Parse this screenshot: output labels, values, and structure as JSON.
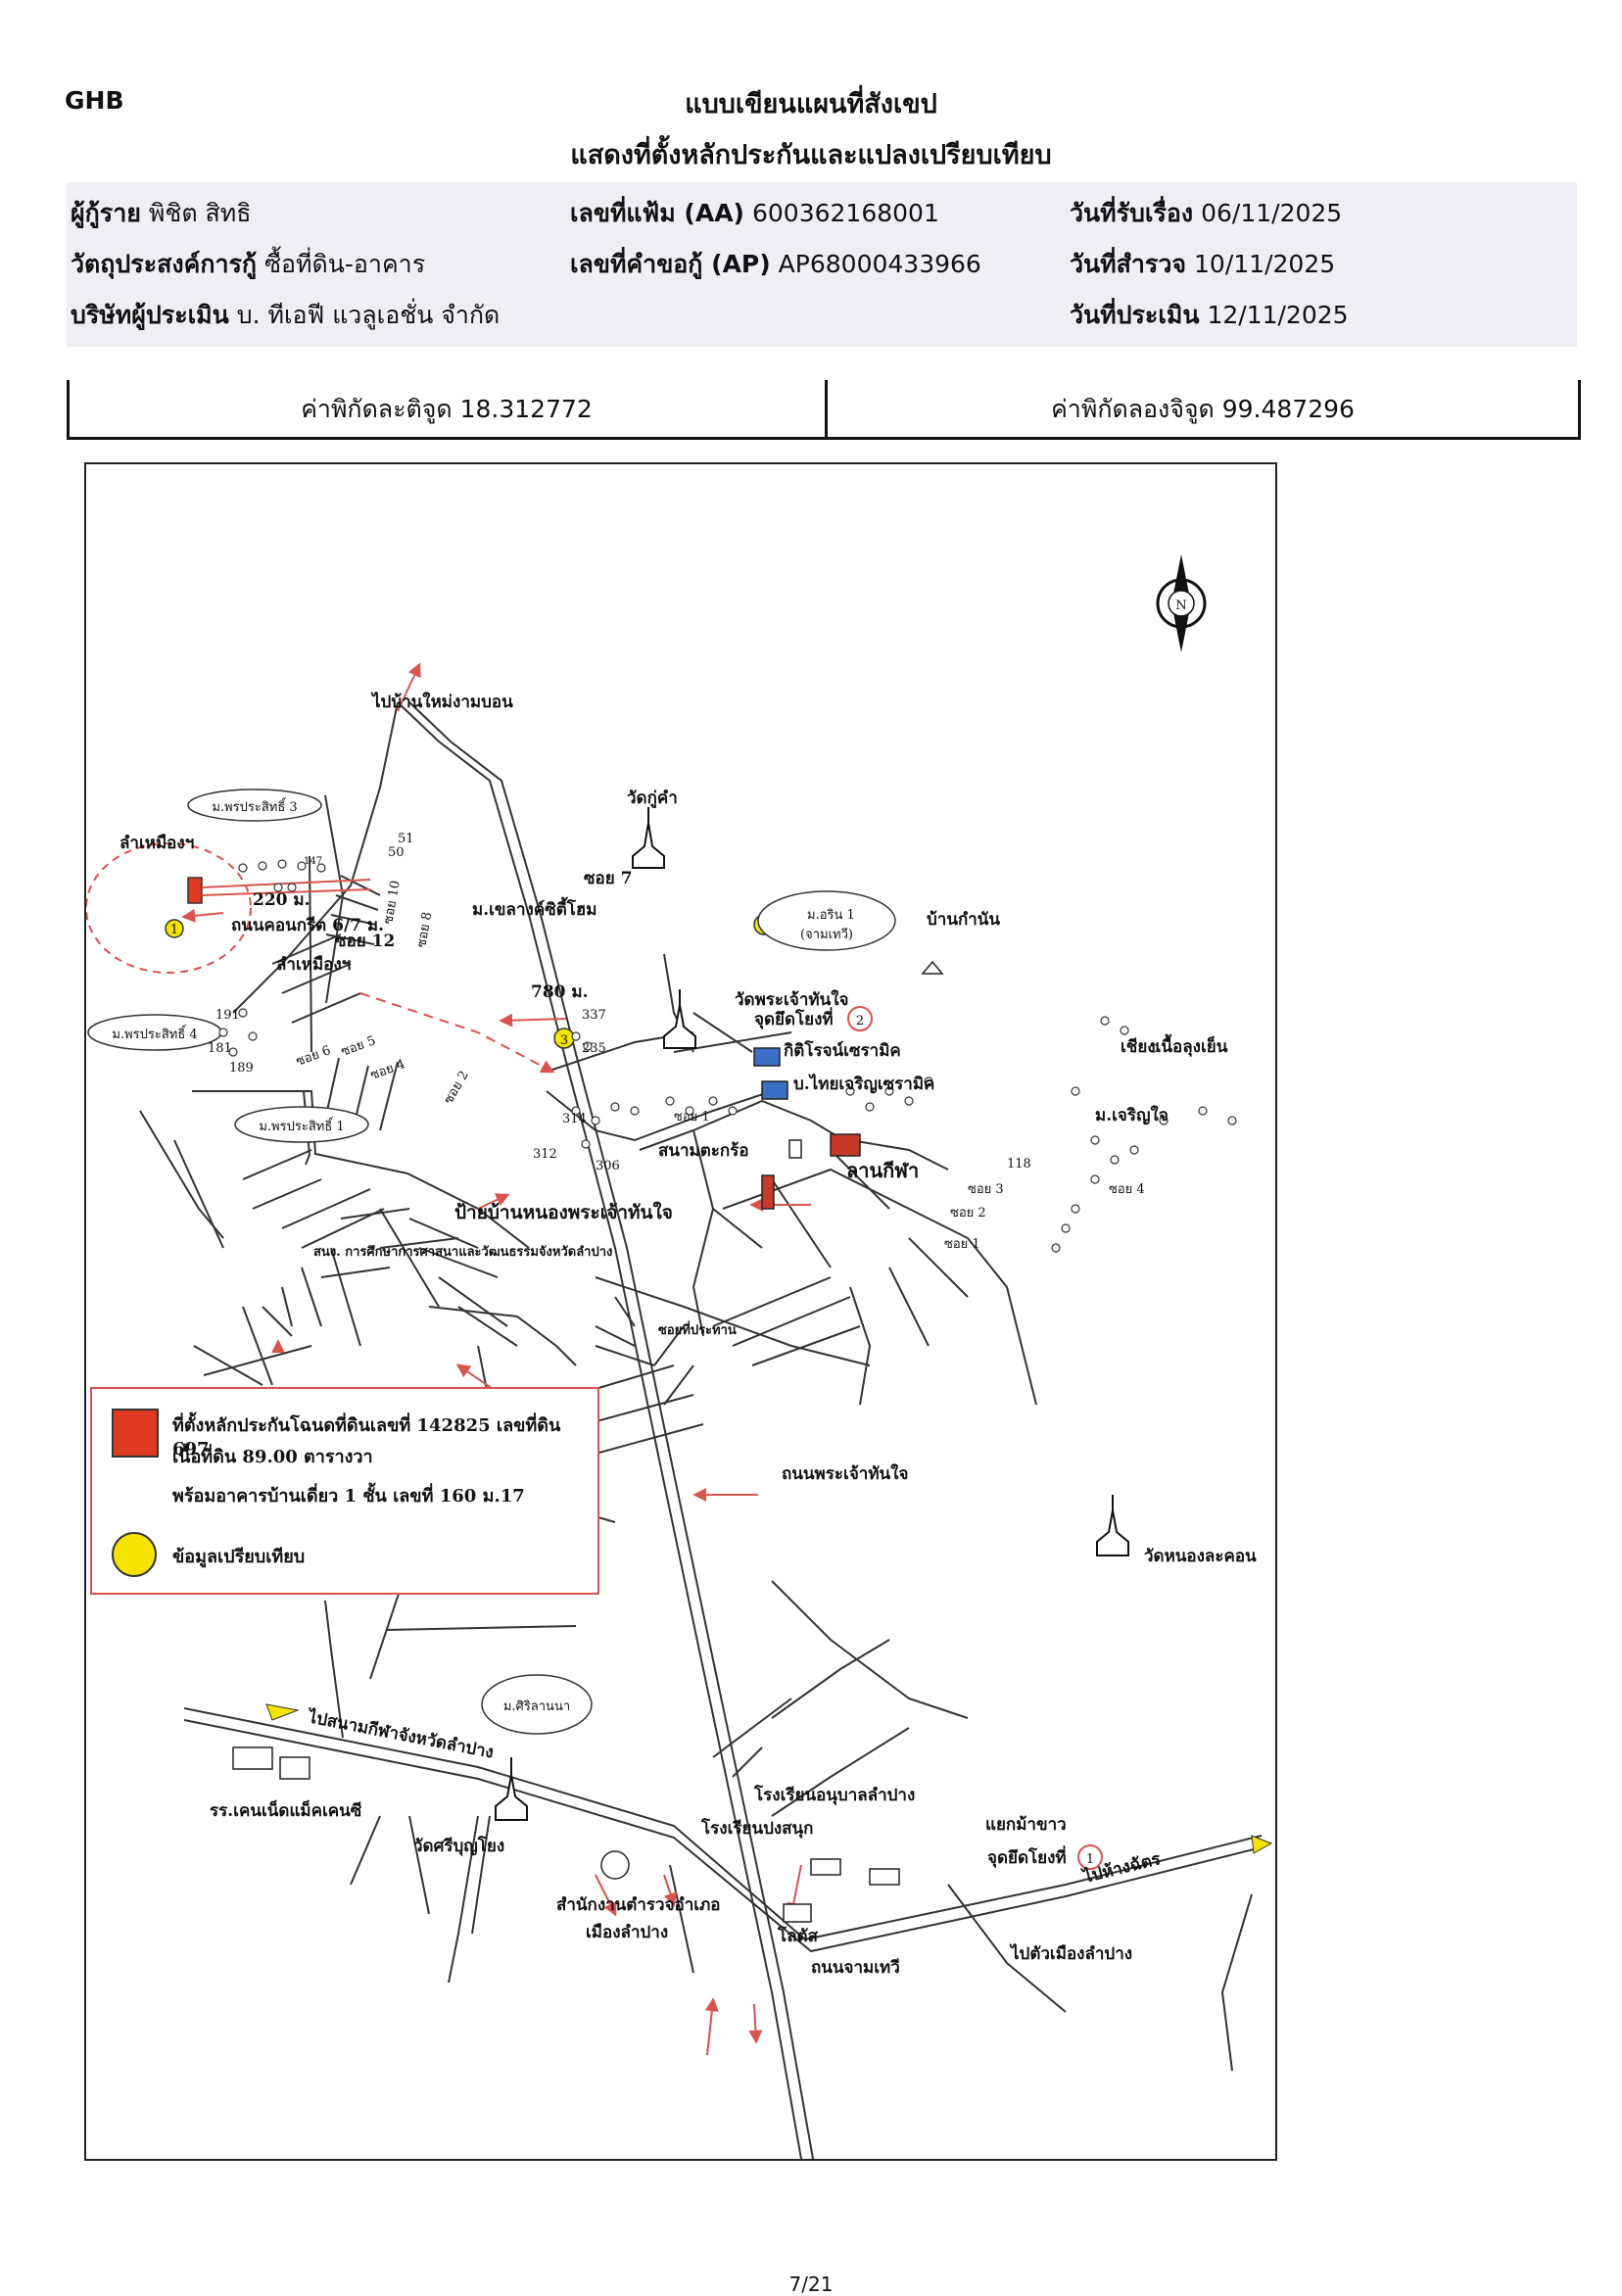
{
  "header": {
    "logo": "GHB",
    "title": "แบบเขียนแผนที่สังเขป",
    "subtitle": "แสดงที่ตั้งหลักประกันและแปลงเปรียบเทียบ"
  },
  "info": {
    "borrower_label": "ผู้กู้ราย",
    "borrower": "พิชิต สิทธิ",
    "purpose_label": "วัตถุประสงค์การกู้",
    "purpose": "ซื้อที่ดิน-อาคาร",
    "appraiser_label": "บริษัทผู้ประเมิน",
    "appraiser": "บ. ทีเอฟี แวลูเอชั่น จำกัด",
    "file_label": "เลขที่แฟ้ม (AA)",
    "file_no": "600362168001",
    "request_label": "เลขที่คำขอกู้ (AP)",
    "request_no": "AP68000433966",
    "received_label": "วันที่รับเรื่อง",
    "received": "06/11/2025",
    "survey_label": "วันที่สำรวจ",
    "survey": "10/11/2025",
    "appraise_label": "วันที่ประเมิน",
    "appraise": "12/11/2025"
  },
  "coords": {
    "lat": "ค่าพิกัดละติจูด 18.312772",
    "lon": "ค่าพิกัดลองจิจูด 99.487296"
  },
  "map": {
    "labels": {
      "to_ban_mai": "ไปบ้านใหม่งามบอน",
      "wat_ku_kham": "วัดกู่คำ",
      "ban_kamnan": "บ้านกำนัน",
      "m_prasit3": "ม.พรประสิทธิ์ 3",
      "m_prasit4": "ม.พรประสิทธิ์ 4",
      "m_prasit1": "ม.พรประสิทธิ์ 1",
      "lam_muang_top": "ลำเหมืองฯ",
      "lam_muang_bottom": "ลำเหมืองฯ",
      "dist_220": "220 ม.",
      "concrete_road": "ถนนคอนกรีต 6/7 ม.",
      "soi12": "ซอย 12",
      "soi7": "ซอย 7",
      "soi10": "ซอย 10",
      "soi8": "ซอย 8",
      "soi6": "ซอย 6",
      "soi5": "ซอย 5",
      "soi4": "ซอย 4",
      "soi2": "ซอย 2",
      "soi1": "ซอย 1",
      "m_khaolang": "ม.เขลางค์ซิตี้โฮม",
      "dist_780": "780 ม.",
      "m_arin": "ม.อริน 1",
      "chamthewi": "(จามเทวี)",
      "wat_phra_chao": "วัดพระเจ้าทันใจ",
      "ref_point2": "จุดยึดโยงที่",
      "ref_num2": "2",
      "kitti_ceramic": "กิติโรจน์เซรามิค",
      "thai_ceramic": "บ.ไทยเจริญเซรามิค",
      "sanam_takro": "สนามตะกร้อ",
      "lan_kila": "ลานกีฬา",
      "sign_nong": "ป้ายบ้านหนองพระเจ้าทันใจ",
      "office_culture": "สนง. การศึกษาการศาสนาและวัฒนธรรมจังหวัดลำปาง",
      "chiang_nuea": "เชียงเนื้อลุงเย็น",
      "m_charoenjai": "ม.เจริญใจ",
      "n118": "118",
      "soi3r": "ซอย 3",
      "soi4r": "ซอย 4",
      "soi2r": "ซอย 2",
      "soi1r": "ซอย 1",
      "soi_thi_prathan": "ซอยที่ประทาน",
      "road_phra_chao": "ถนนพระเจ้าทันใจ",
      "wat_nong_lakon": "วัดหนองละคอน",
      "m_sirinana": "ม.ศิริลานนา",
      "to_stadium": "ไปสนามกีฬาจังหวัดลำปาง",
      "kenned_school": "รร.เคนเน็ดแม็คเคนซี",
      "wat_si_bunyuen": "วัดศรีบุญโยง",
      "police": "สำนักงานตำรวจอำเภอ",
      "muang_lampang": "เมืองลำปาง",
      "anuban": "โรงเรียนอนุบาลลำปาง",
      "pongsanuk": "โรงเรียนปงสนุก",
      "lotus": "โลตัส",
      "road_chamthewi": "ถนนจามเทวี",
      "yaek_ma_khao": "แยกม้าขาว",
      "ref_point1": "จุดยึดโยงที่",
      "ref_num1": "1",
      "to_hang_chat": "ไปห้างฉัตร",
      "to_city": "ไปตัวเมืองลำปาง",
      "n51": "51",
      "n50": "50",
      "n147": "147",
      "n191": "191",
      "n181": "181",
      "n189": "189",
      "n337": "337",
      "n235": "235",
      "n314": "314",
      "n312": "312",
      "n306": "306",
      "north": "N"
    },
    "legend": {
      "line1": "ที่ตั้งหลักประกันโฉนดที่ดินเลขที่ 142825 เลขที่ดิน 697",
      "line2": "เนื้อที่ดิน 89.00 ตารางวา",
      "line3": "พร้อมอาคารบ้านเดี่ยว 1 ชั้น เลขที่ 160 ม.17",
      "line4": "ข้อมูลเปรียบเทียบ"
    },
    "colors": {
      "collateral": "#e03a22",
      "comparison": "#f5e400",
      "callout": "#d9534f"
    }
  },
  "footer": {
    "page": "7/21"
  }
}
